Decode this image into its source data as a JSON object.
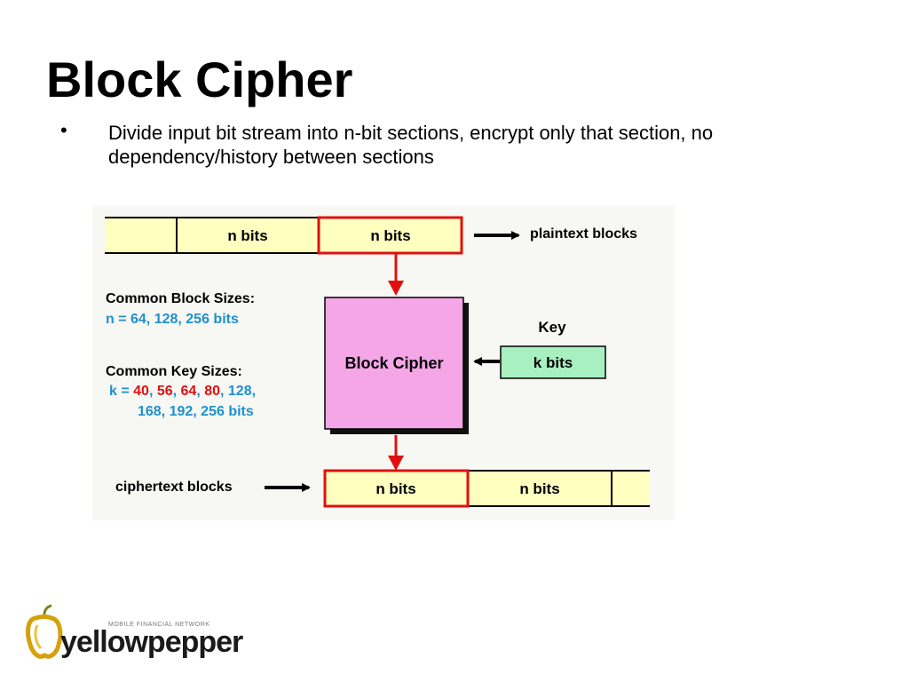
{
  "slide": {
    "title": "Block Cipher",
    "bullet_symbol": "•",
    "bullet_text": "Divide input bit stream into n-bit sections, encrypt only that section, no dependency/history between  sections"
  },
  "diagram": {
    "plaintext_block_1": "n bits",
    "plaintext_block_2": "n bits",
    "plaintext_label": "plaintext blocks",
    "cipher_label": "Block Cipher",
    "key_label": "Key",
    "key_box": "k bits",
    "block_sizes_heading": "Common Block Sizes:",
    "block_sizes_values": "n = 64, 128, 256 bits",
    "key_sizes_heading": "Common Key Sizes:",
    "key_sizes_prefix": "k = ",
    "key_red_1": "40",
    "key_sep_1": ", ",
    "key_red_2": "56",
    "key_sep_2": ", ",
    "key_red_3": "64",
    "key_sep_3": ", ",
    "key_red_4": "80",
    "key_sep_4": ", 128,",
    "key_sizes_line2": "168, 192, 256 bits",
    "ciphertext_label": "ciphertext blocks",
    "ciphertext_block_1": "n bits",
    "ciphertext_block_2": "n bits",
    "colors": {
      "panel_bg": "#f7f7f3",
      "block_fill": "#ffffc0",
      "highlight_border": "#e01010",
      "cipher_fill": "#f5a6e6",
      "key_fill": "#a8f0c0",
      "blue_text": "#1e90d0",
      "red_text": "#e01010"
    }
  },
  "logo": {
    "text": "yellowpepper",
    "tagline": "MOBILE FINANCIAL NETWORK"
  }
}
